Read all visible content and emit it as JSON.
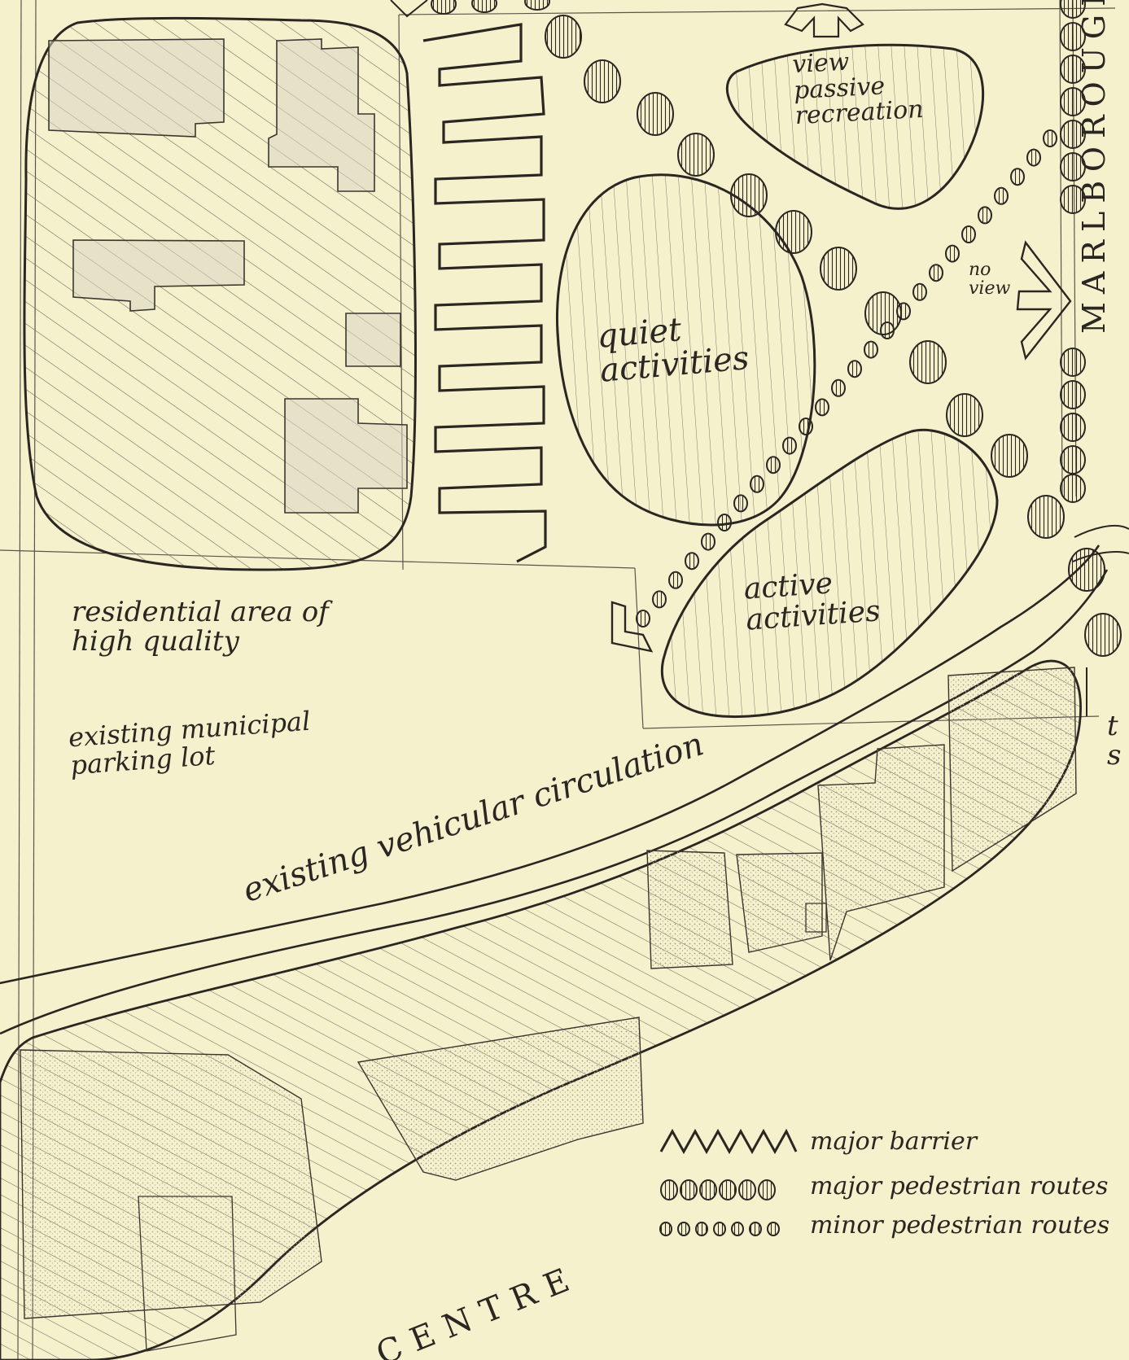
{
  "labels": {
    "passive": "view\npassive\nrecreation",
    "quiet": "quiet\nactivities",
    "no_view": "no\nview",
    "active": "active\nactivities",
    "residential": "residential area of\nhigh quality",
    "parking": "existing municipal\nparking lot",
    "vehicular": "existing vehicular circulation",
    "street_top_right": "MARLBOROUGH",
    "street_bottom": "CENTRE",
    "edge_right": "t\ns"
  },
  "legend": [
    {
      "symbol": "zigzag-barrier",
      "label": "major barrier"
    },
    {
      "symbol": "large-ovals",
      "label": "major pedestrian routes"
    },
    {
      "symbol": "small-ovals",
      "label": "minor pedestrian routes"
    }
  ],
  "colors": {
    "paper": "#f6f1cd",
    "ink": "#2a2622",
    "hatch": "#6f6a5c",
    "stipple": "#c9c6b4"
  }
}
